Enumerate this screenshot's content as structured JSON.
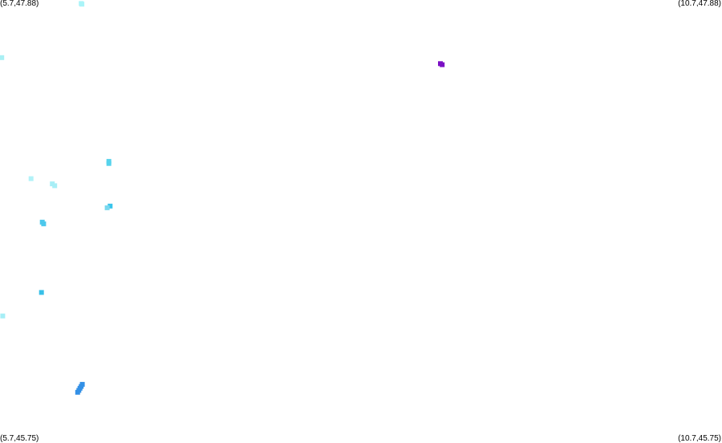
{
  "corners": {
    "top_left": "(5.7,47.88)",
    "top_right": "(10.7,47.88)",
    "bottom_left": "(5.7,45.75)",
    "bottom_right": "(10.7,45.75)"
  },
  "bounds": {
    "lon_min": 5.7,
    "lon_max": 10.7,
    "lat_min": 45.75,
    "lat_max": 47.88
  },
  "points": [
    {
      "lon": 6.262,
      "lat": 47.863,
      "color": "#aaf4f8"
    },
    {
      "lon": 6.267,
      "lat": 47.86,
      "color": "#aaf4f8"
    },
    {
      "lon": 5.712,
      "lat": 47.603,
      "color": "#a9f0f4"
    },
    {
      "lon": 8.75,
      "lat": 47.574,
      "color": "#7b0fc4"
    },
    {
      "lon": 8.762,
      "lat": 47.569,
      "color": "#7b0fc4"
    },
    {
      "lon": 6.454,
      "lat": 47.104,
      "color": "#56d3ec"
    },
    {
      "lon": 6.454,
      "lat": 47.094,
      "color": "#56d3ec"
    },
    {
      "lon": 5.915,
      "lat": 47.021,
      "color": "#b2f2f8"
    },
    {
      "lon": 6.062,
      "lat": 46.996,
      "color": "#a8eef6"
    },
    {
      "lon": 6.079,
      "lat": 46.987,
      "color": "#a8eef6"
    },
    {
      "lon": 6.463,
      "lat": 46.889,
      "color": "#38c4ec"
    },
    {
      "lon": 6.442,
      "lat": 46.881,
      "color": "#7ad8ee"
    },
    {
      "lon": 5.993,
      "lat": 46.812,
      "color": "#4cc8ec"
    },
    {
      "lon": 6.002,
      "lat": 46.804,
      "color": "#4cc8ec"
    },
    {
      "lon": 5.987,
      "lat": 46.474,
      "color": "#38c0e8"
    },
    {
      "lon": 5.719,
      "lat": 46.361,
      "color": "#a6eef6"
    },
    {
      "lon": 6.27,
      "lat": 46.032,
      "color": "#3390e6"
    },
    {
      "lon": 6.262,
      "lat": 46.022,
      "color": "#3390e6"
    },
    {
      "lon": 6.254,
      "lat": 46.013,
      "color": "#3390e6"
    },
    {
      "lon": 6.246,
      "lat": 46.003,
      "color": "#3390e6"
    },
    {
      "lon": 6.238,
      "lat": 45.994,
      "color": "#3390e6"
    }
  ]
}
